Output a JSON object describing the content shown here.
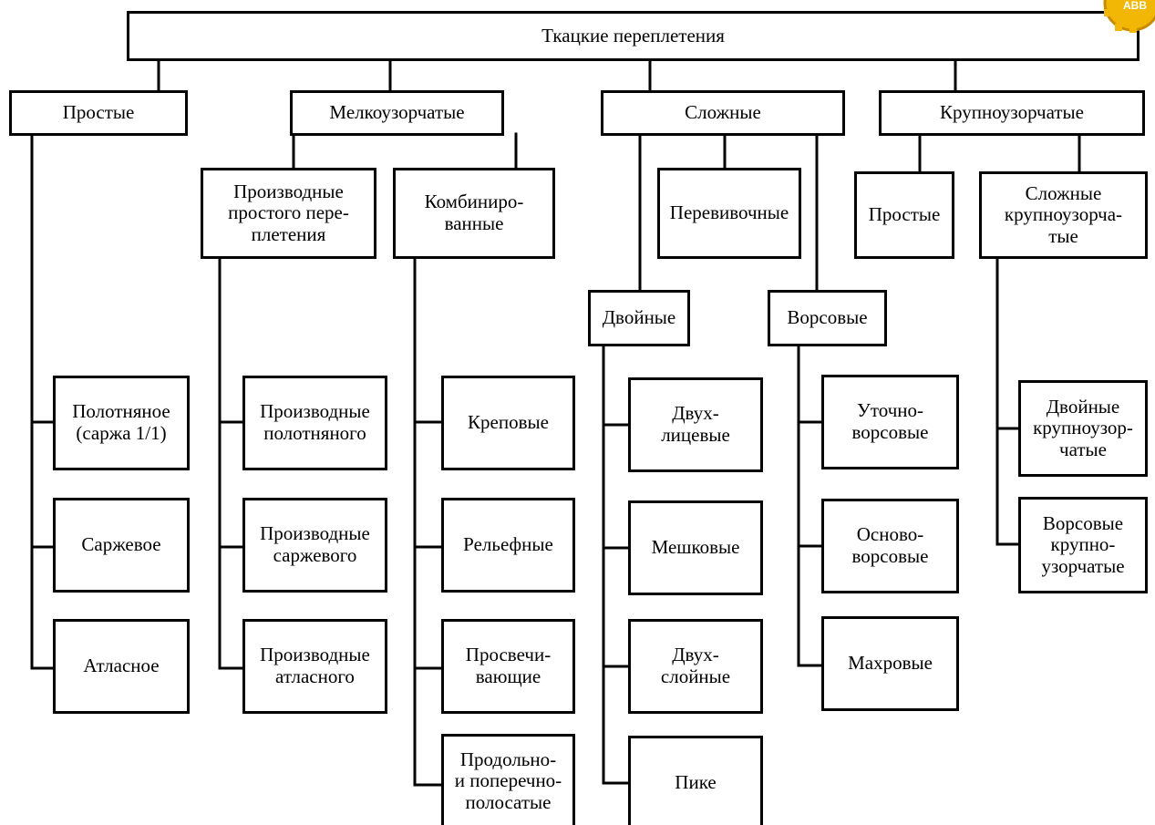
{
  "nodes": {
    "root": "Ткацкие переплетения",
    "simple": "Простые",
    "small_pattern": "Мелкоузорчатые",
    "complex": "Сложные",
    "large_pattern": "Крупноузорчатые",
    "derived_simple": "Производные\nпростого пере-\nплетения",
    "combined": "Комбиниро-\nванные",
    "leno": "Перевивочные",
    "lp_simple": "Простые",
    "lp_complex": "Сложные\nкрупноузорча-\nтые",
    "double": "Двойные",
    "pile": "Ворсовые",
    "plain": "Полотняное\n(саржа 1/1)",
    "twill": "Саржевое",
    "satin": "Атласное",
    "d_plain": "Производные\nполотняного",
    "d_twill": "Производные\nсаржевого",
    "d_satin": "Производные\nатласного",
    "crepe": "Креповые",
    "relief": "Рельефные",
    "openwork": "Просвечи-\nвающие",
    "striped": "Продольно-\nи поперечно-\nполосатые",
    "two_face": "Двух-\nлицевые",
    "bag": "Мешковые",
    "two_layer": "Двух-\nслойные",
    "pique": "Пике",
    "weft_pile": "Уточно-\nворсовые",
    "warp_pile": "Осново-\nворсовые",
    "terry": "Махровые",
    "double_lp": "Двойные\nкрупноузор-\nчатые",
    "pile_lp": "Ворсовые\nкрупно-\nузорчатые"
  },
  "badge_text": "ABB",
  "colors": {
    "line": "#000000",
    "box_fill": "#ffffff",
    "badge": "#f2b705"
  }
}
